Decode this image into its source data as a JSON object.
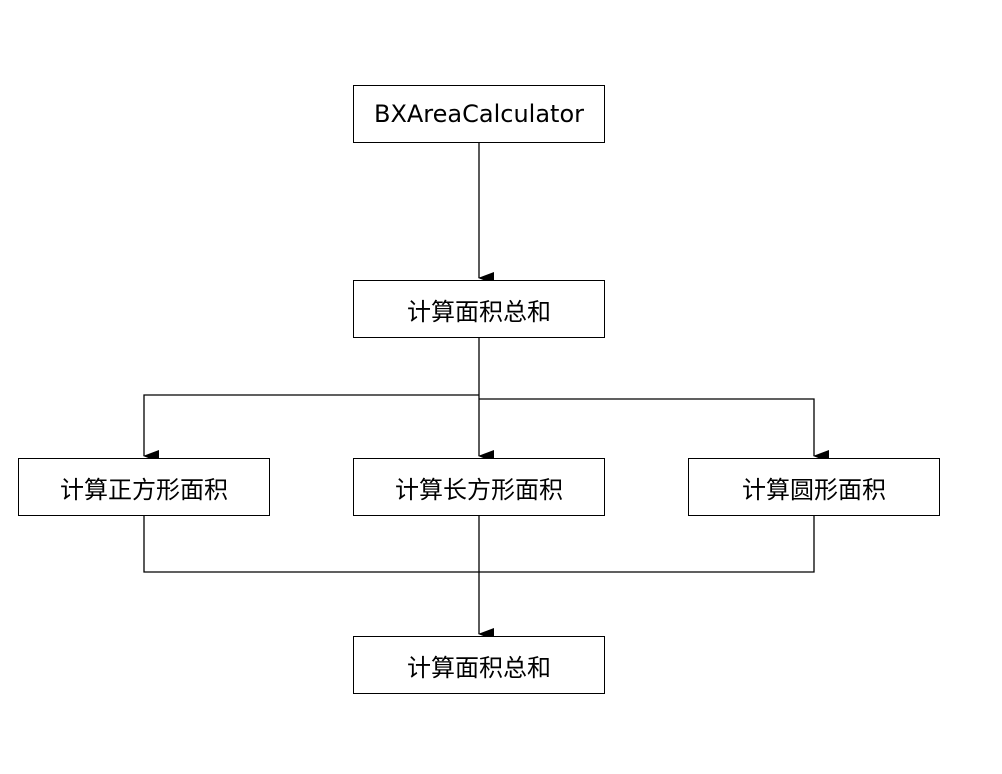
{
  "diagram": {
    "type": "flowchart",
    "line_color": "#000000",
    "box_border_color": "#000000",
    "box_fill": "#ffffff",
    "text_color": "#000000",
    "nodes": {
      "root": {
        "label": "BXAreaCalculator"
      },
      "sum_top": {
        "label": "计算面积总和"
      },
      "square": {
        "label": "计算正方形面积"
      },
      "rectangle": {
        "label": "计算长方形面积"
      },
      "circle": {
        "label": "计算圆形面积"
      },
      "sum_bottom": {
        "label": "计算面积总和"
      }
    },
    "edges": [
      {
        "from": "root",
        "to": "sum_top"
      },
      {
        "from": "sum_top",
        "to": "square"
      },
      {
        "from": "sum_top",
        "to": "rectangle"
      },
      {
        "from": "sum_top",
        "to": "circle"
      },
      {
        "from": "square",
        "to": "sum_bottom"
      },
      {
        "from": "rectangle",
        "to": "sum_bottom"
      },
      {
        "from": "circle",
        "to": "sum_bottom"
      }
    ]
  }
}
